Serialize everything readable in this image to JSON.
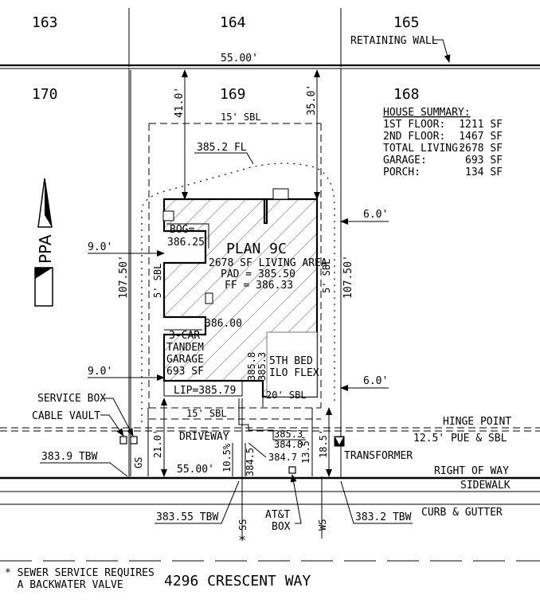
{
  "lots": {
    "n163": "163",
    "n164": "164",
    "n165": "165",
    "n170": "170",
    "n169": "169",
    "n168": "168"
  },
  "labels": {
    "retaining_wall": "RETAINING WALL",
    "rear_width": "55.00'",
    "front_width": "55.00'",
    "rear_setback_left": "41.0'",
    "rear_setback_right": "35.0'",
    "rear_sbl": "15' SBL",
    "front_sbl": "15' SBL",
    "side_sbl_left": "5' SBL",
    "side_sbl_right": "5' SBL",
    "garage_sbl": "20' SBL",
    "fl": "385.2 FL",
    "lot_depth_left": "107.50'",
    "lot_depth_right": "107.50'",
    "left_offset_top": "9.0'",
    "left_offset_bottom": "9.0'",
    "right_offset_top": "6.0'",
    "right_offset_bottom": "6.0'",
    "bog": "BOG=",
    "bog_val": "386.25",
    "plan_name": "PLAN 9C",
    "living_area": "2678 SF LIVING AREA",
    "pad": "PAD = 385.50",
    "ff": "FF = 386.33",
    "garage_elev": "386.00",
    "garage_line1": "3-CAR",
    "garage_line2": "TANDEM",
    "garage_line3": "GARAGE",
    "garage_line4": "693 SF",
    "fifth_bed_1": "5TH BED",
    "fifth_bed_2": "ILO FLEX",
    "elev_385_8": "385.8",
    "elev_385_3_v": "385.3",
    "lip": "LIP=385.79",
    "service_box": "SERVICE BOX",
    "cable_vault": "CABLE VAULT",
    "tbw_left": "383.9 TBW",
    "driveway": "DRIVEWAY",
    "drive_385_3": "385.3",
    "drive_384_8": "384.8",
    "drive_384_7": "384.7",
    "drive_384_5": "384.5",
    "dim_21": "21.0'",
    "dim_10_5": "10.5%",
    "dim_13_5": "13.5'",
    "dim_18_5": "18.5'",
    "gs": "GS",
    "ss": "SS",
    "ws": "WS",
    "asterisk": "*",
    "tbw_mid": "383.55 TBW",
    "att_1": "AT&T",
    "att_2": "BOX",
    "tbw_right": "383.2 TBW",
    "hinge_point": "HINGE POINT",
    "pue": "12.5' PUE & SBL",
    "transformer": "TRANSFORMER",
    "right_of_way": "RIGHT OF WAY",
    "sidewalk": "SIDEWALK",
    "curb_gutter": "CURB & GUTTER",
    "note_line1": "* SEWER SERVICE REQUIRES",
    "note_line2": "  A BACKWATER VALVE",
    "address": "4296 CRESCENT WAY",
    "ppa": "PPA"
  },
  "house_summary": {
    "title": "HOUSE SUMMARY:",
    "rows": [
      {
        "label": "1ST FLOOR:",
        "value": "1211 SF"
      },
      {
        "label": "2ND FLOOR:",
        "value": "1467 SF"
      },
      {
        "label": "TOTAL LIVING:",
        "value": "2678 SF"
      },
      {
        "label": "GARAGE:",
        "value": "693 SF"
      },
      {
        "label": "PORCH:",
        "value": "134 SF"
      }
    ]
  }
}
